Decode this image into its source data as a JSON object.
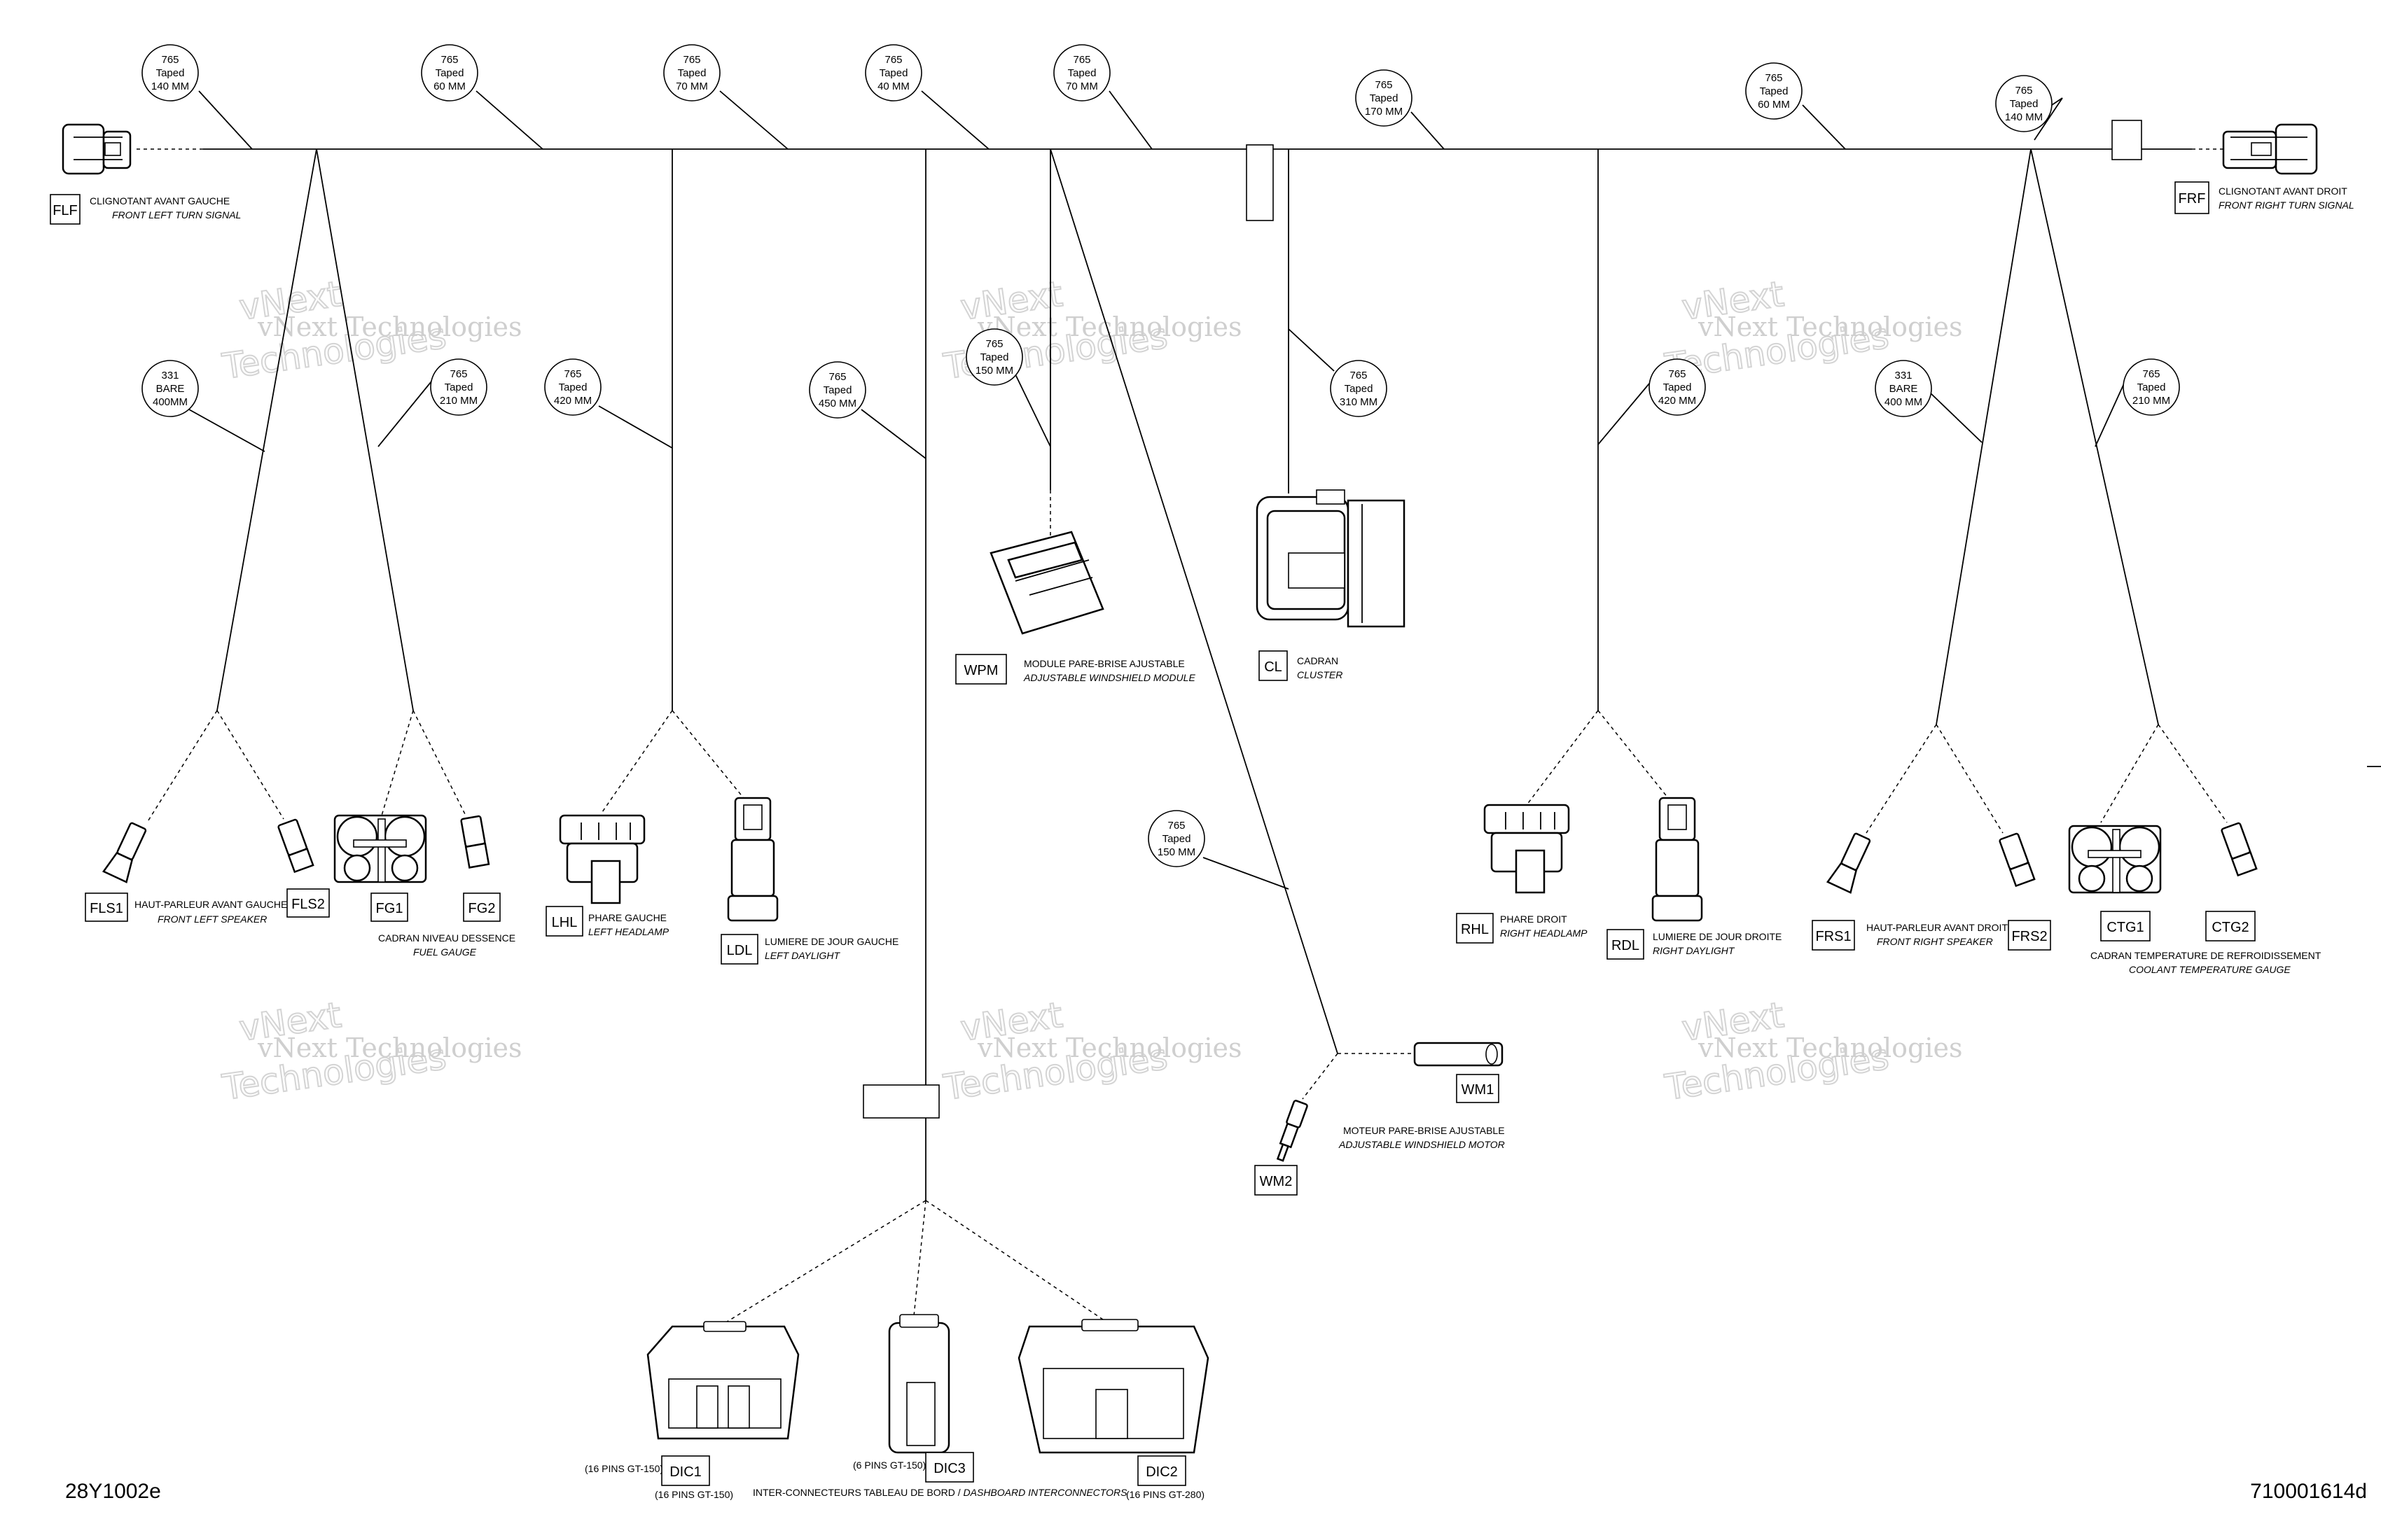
{
  "document": {
    "left_code": "28Y1002e",
    "right_code": "710001614d"
  },
  "watermark": {
    "line1": "vNext Technologies",
    "line2": "Technologies",
    "line0": "vNext"
  },
  "segments": [
    {
      "gauge": "765",
      "type": "Taped",
      "length": "140 MM"
    },
    {
      "gauge": "765",
      "type": "Taped",
      "length": "60 MM"
    },
    {
      "gauge": "765",
      "type": "Taped",
      "length": "70 MM"
    },
    {
      "gauge": "765",
      "type": "Taped",
      "length": "40 MM"
    },
    {
      "gauge": "765",
      "type": "Taped",
      "length": "70 MM"
    },
    {
      "gauge": "765",
      "type": "Taped",
      "length": "170 MM"
    },
    {
      "gauge": "765",
      "type": "Taped",
      "length": "60 MM"
    },
    {
      "gauge": "765",
      "type": "Taped",
      "length": "140 MM"
    },
    {
      "gauge": "331",
      "type": "BARE",
      "length": "400MM"
    },
    {
      "gauge": "765",
      "type": "Taped",
      "length": "210 MM"
    },
    {
      "gauge": "765",
      "type": "Taped",
      "length": "420 MM"
    },
    {
      "gauge": "765",
      "type": "Taped",
      "length": "450 MM"
    },
    {
      "gauge": "765",
      "type": "Taped",
      "length": "150 MM"
    },
    {
      "gauge": "765",
      "type": "Taped",
      "length": "310 MM"
    },
    {
      "gauge": "765",
      "type": "Taped",
      "length": "420 MM"
    },
    {
      "gauge": "331",
      "type": "BARE",
      "length": "400 MM"
    },
    {
      "gauge": "765",
      "type": "Taped",
      "length": "210 MM"
    },
    {
      "gauge": "765",
      "type": "Taped",
      "length": "150 MM"
    }
  ],
  "connectors": {
    "FLF": {
      "code": "FLF",
      "fr": "CLIGNOTANT AVANT GAUCHE",
      "en": "FRONT LEFT TURN SIGNAL"
    },
    "FRF": {
      "code": "FRF",
      "fr": "CLIGNOTANT AVANT DROIT",
      "en": "FRONT RIGHT TURN SIGNAL"
    },
    "FLS1": {
      "code": "FLS1"
    },
    "FLS2": {
      "code": "FLS2"
    },
    "FLS": {
      "fr": "HAUT-PARLEUR AVANT GAUCHE",
      "en": "FRONT LEFT SPEAKER"
    },
    "FG1": {
      "code": "FG1"
    },
    "FG2": {
      "code": "FG2"
    },
    "FG": {
      "fr": "CADRAN NIVEAU DESSENCE",
      "en": "FUEL GAUGE"
    },
    "LHL": {
      "code": "LHL",
      "fr": "PHARE GAUCHE",
      "en": "LEFT HEADLAMP"
    },
    "LDL": {
      "code": "LDL",
      "fr": "LUMIERE DE JOUR GAUCHE",
      "en": "LEFT DAYLIGHT"
    },
    "WPM": {
      "code": "WPM",
      "fr": "MODULE PARE-BRISE AJUSTABLE",
      "en": "ADJUSTABLE WINDSHIELD MODULE"
    },
    "CL": {
      "code": "CL",
      "fr": "CADRAN",
      "en": "CLUSTER"
    },
    "RHL": {
      "code": "RHL",
      "fr": "PHARE DROIT",
      "en": "RIGHT HEADLAMP"
    },
    "RDL": {
      "code": "RDL",
      "fr": "LUMIERE DE JOUR DROITE",
      "en": "RIGHT DAYLIGHT"
    },
    "FRS1": {
      "code": "FRS1"
    },
    "FRS2": {
      "code": "FRS2"
    },
    "FRS": {
      "fr": "HAUT-PARLEUR AVANT DROIT",
      "en": "FRONT RIGHT SPEAKER"
    },
    "CTG1": {
      "code": "CTG1"
    },
    "CTG2": {
      "code": "CTG2"
    },
    "CTG": {
      "fr": "CADRAN TEMPERATURE DE REFROIDISSEMENT",
      "en": "COOLANT TEMPERATURE GAUGE"
    },
    "WM1": {
      "code": "WM1"
    },
    "WM2": {
      "code": "WM2"
    },
    "WM": {
      "fr": "MOTEUR PARE-BRISE AJUSTABLE",
      "en": "ADJUSTABLE WINDSHIELD MOTOR"
    },
    "DIC1": {
      "code": "DIC1",
      "pins_a": "(16 PINS GT-150)",
      "pins_b": "(16 PINS GT-150)"
    },
    "DIC2": {
      "code": "DIC2",
      "pins": "(16 PINS GT-280)"
    },
    "DIC3": {
      "code": "DIC3",
      "pins": "(6 PINS GT-150)"
    },
    "DIC": {
      "fr": "INTER-CONNECTEURS TABLEAU DE BORD / ",
      "en": "DASHBOARD INTERCONNECTORS"
    }
  }
}
